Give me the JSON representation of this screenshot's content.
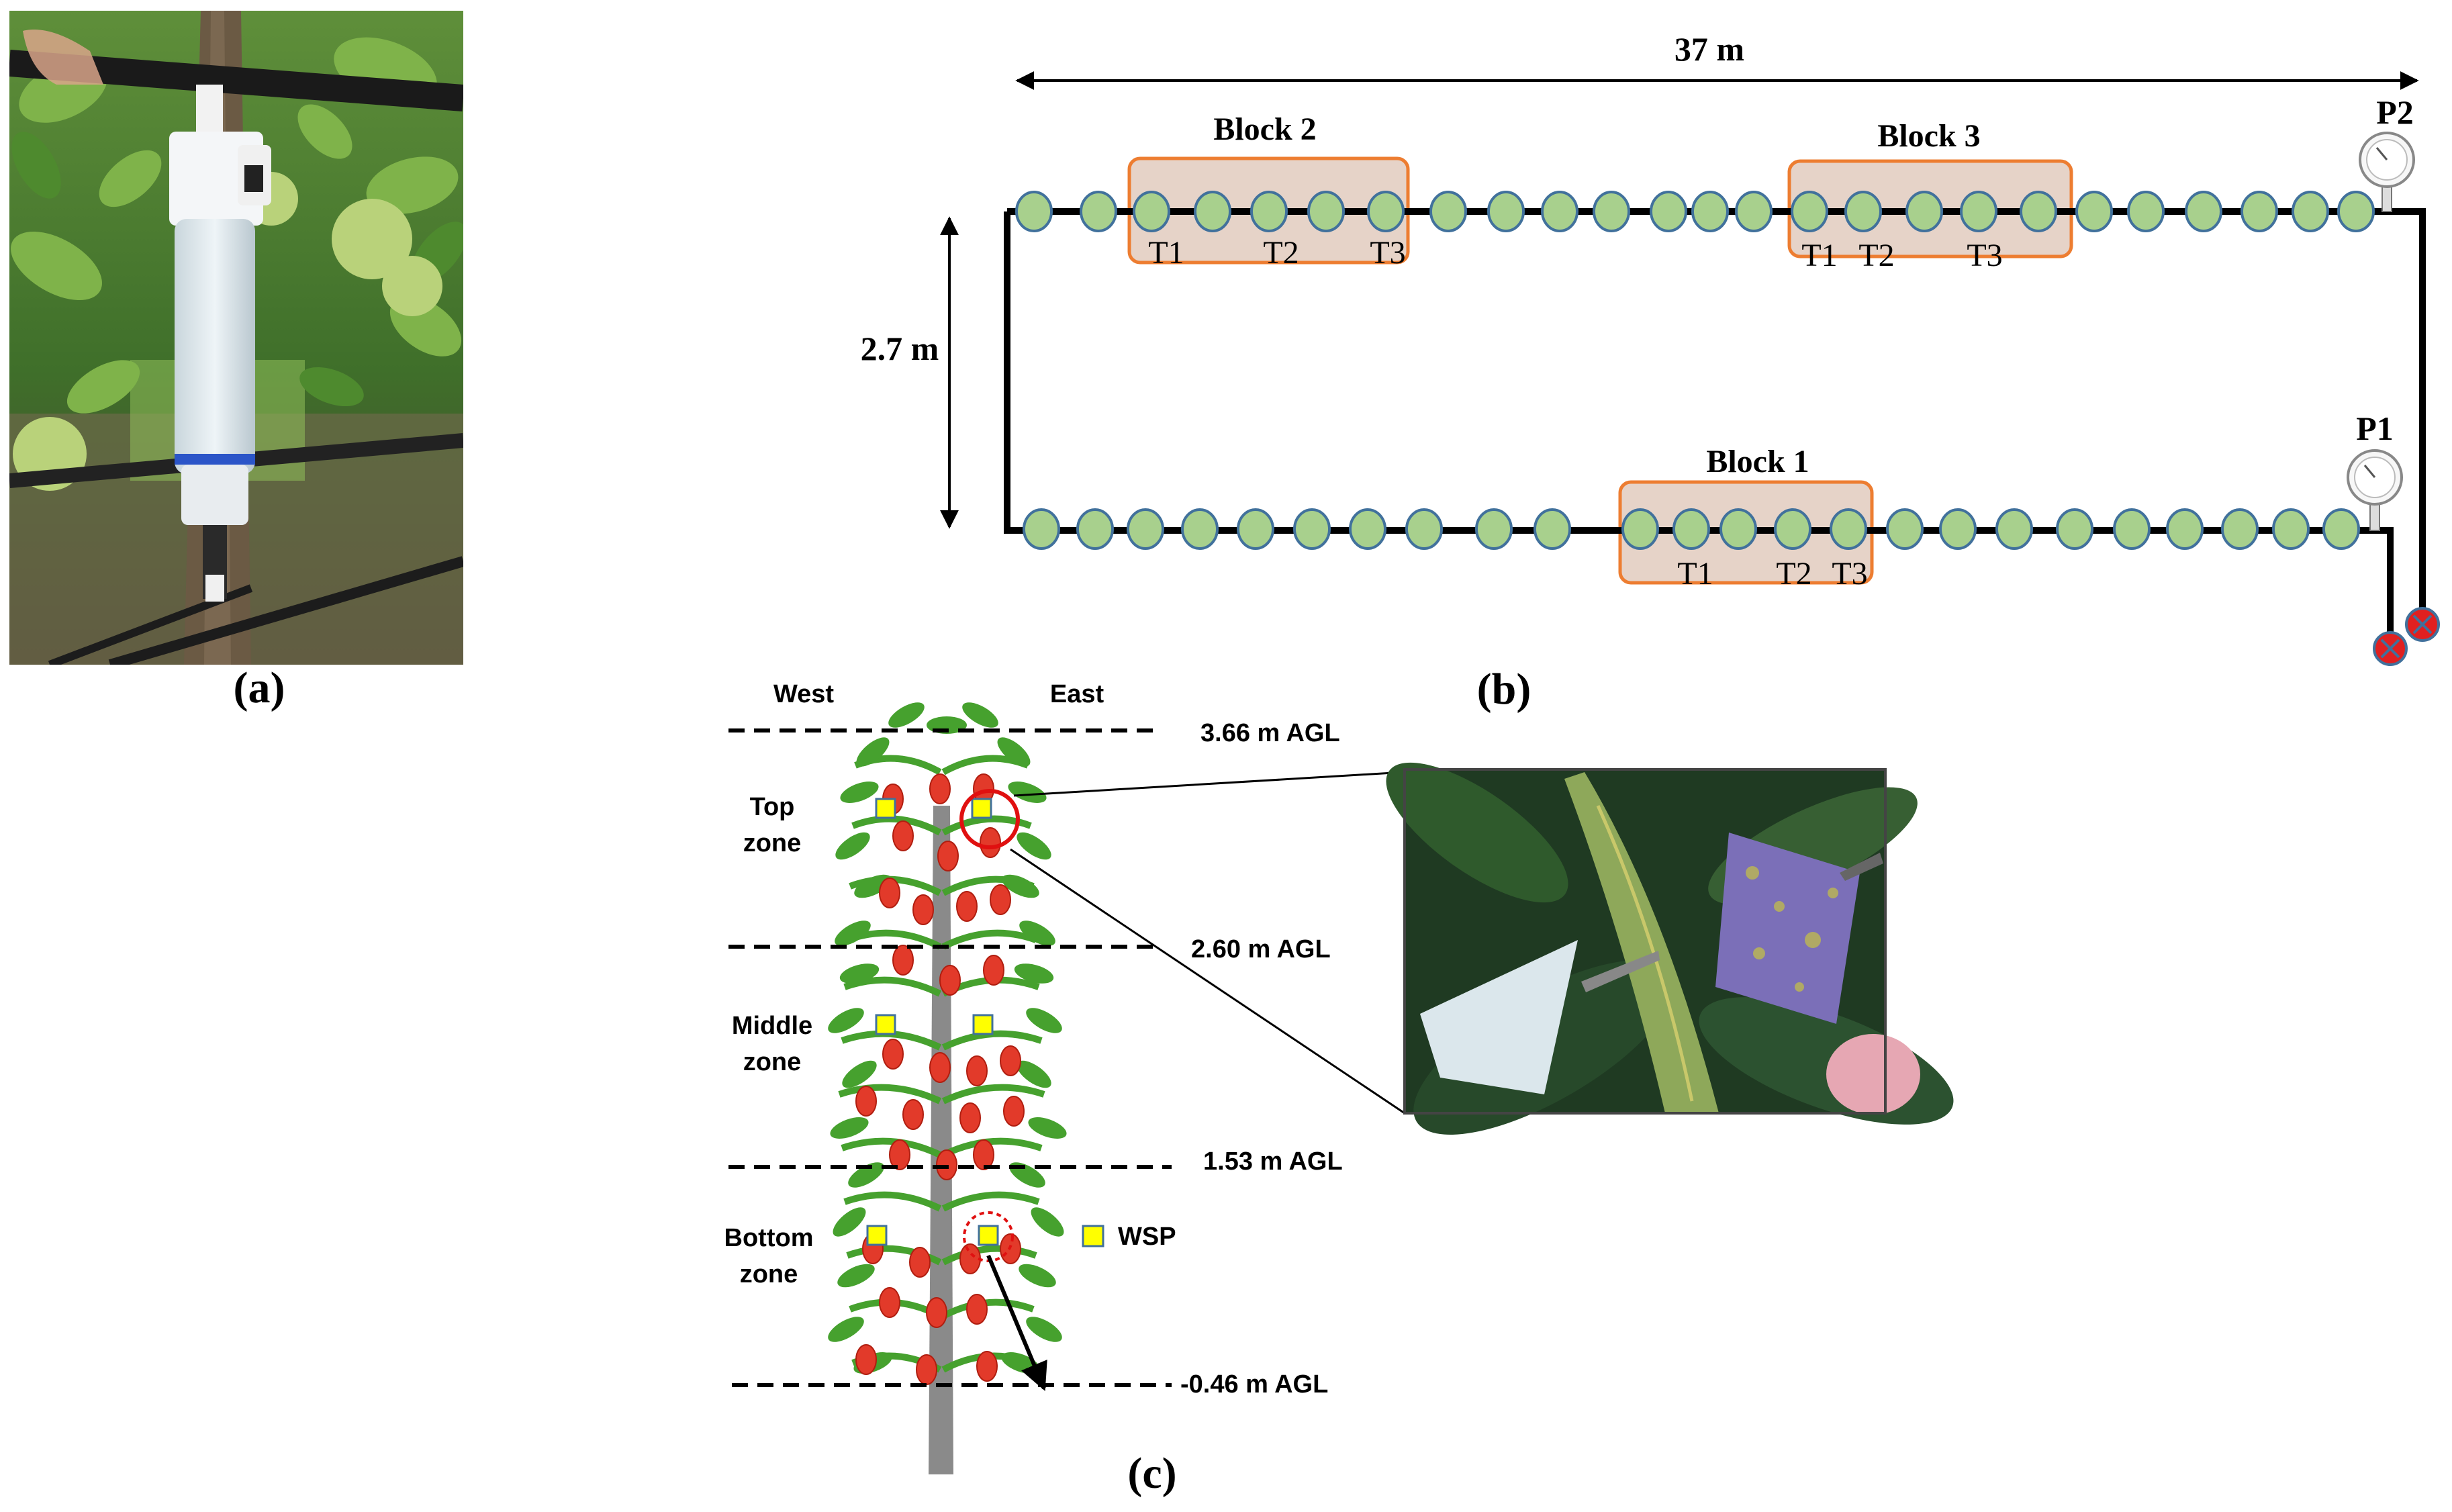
{
  "panels": {
    "a": {
      "label": "(a)"
    },
    "b": {
      "label": "(b)"
    },
    "c": {
      "label": "(c)"
    }
  },
  "layout_b": {
    "length_label": "37 m",
    "width_label": "2.7 m",
    "blocks": [
      {
        "name": "Block 1",
        "row": "bottom",
        "treatments": [
          "T1",
          "T2",
          "T3"
        ]
      },
      {
        "name": "Block 2",
        "row": "top",
        "treatments": [
          "T1",
          "T2",
          "T3"
        ]
      },
      {
        "name": "Block 3",
        "row": "top",
        "treatments": [
          "T1",
          "T2",
          "T3"
        ]
      }
    ],
    "gauges": [
      "P1",
      "P2"
    ]
  },
  "canopy_c": {
    "west_label": "West",
    "east_label": "East",
    "levels": [
      "3.66 m AGL",
      "2.60 m AGL",
      "1.53 m AGL",
      "-0.46 m AGL"
    ],
    "zones": [
      {
        "line1": "Top",
        "line2": "zone"
      },
      {
        "line1": "Middle",
        "line2": "zone"
      },
      {
        "line1": "Bottom",
        "line2": "zone"
      }
    ],
    "legend_label": "WSP"
  },
  "colors": {
    "emitter_fill": "#a8d08d",
    "emitter_stroke": "#41719c",
    "block_fill": "#e6d3c8",
    "block_stroke": "#ed7d31",
    "valve_fill": "#e02020",
    "wsp_fill": "#ffff00",
    "leaf": "#46a12e",
    "fruit": "#e23a2a",
    "trunk": "#8a8a8a"
  }
}
